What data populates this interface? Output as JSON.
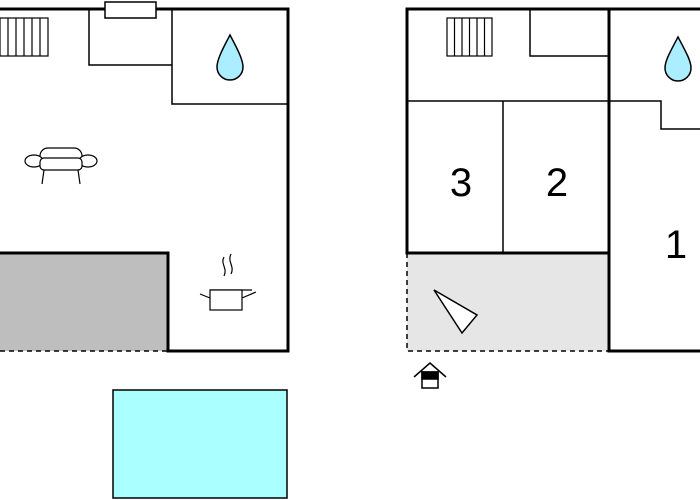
{
  "floor_plan": {
    "colors": {
      "wall": "#000000",
      "terrace": "#bebebe",
      "pool": "#aaffff",
      "porch": "#e6e6e6",
      "water_icon": "#aaeeff"
    },
    "icons": [
      "radiator-icon",
      "sofa-icon",
      "water-drop-icon",
      "cooking-pot-icon",
      "sun-direction-icon",
      "entrance-icon"
    ],
    "rooms": [
      {
        "number": "3"
      },
      {
        "number": "2"
      },
      {
        "number": "1"
      }
    ]
  }
}
